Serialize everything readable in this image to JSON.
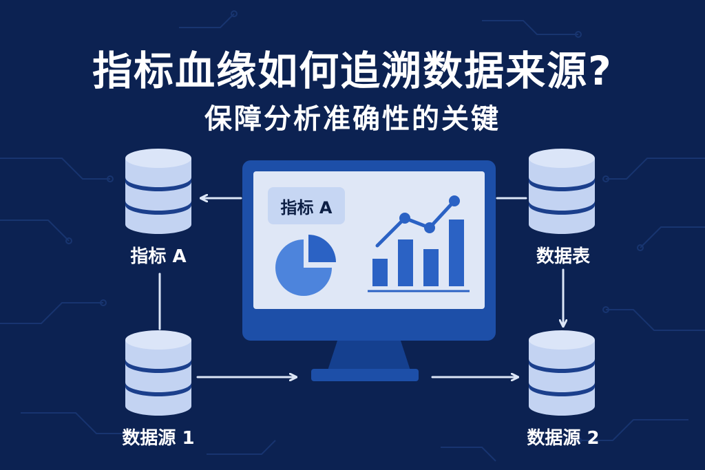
{
  "title": "指标血缘如何追溯数据来源?",
  "subtitle": "保障分析准确性的关键",
  "colors": {
    "background": "#0c2252",
    "circuit": "#1c3a78",
    "monitor_frame": "#1d4fa8",
    "screen": "#dfe7f6",
    "chart_blue": "#2b62c4",
    "db_light": "#c3d3f2",
    "db_band": "#1b3f8c",
    "arrow": "#dce6f7"
  },
  "nodes": {
    "metric_a": {
      "label": "指标 A",
      "icon": "database-icon"
    },
    "data_table": {
      "label": "数据表",
      "icon": "database-icon"
    },
    "source_1": {
      "label": "数据源 1",
      "icon": "database-icon"
    },
    "source_2": {
      "label": "数据源 2",
      "icon": "database-icon"
    }
  },
  "monitor": {
    "badge_label": "指标 A",
    "icons": [
      "pie-chart-icon",
      "bar-chart-icon",
      "trend-line-icon"
    ]
  }
}
